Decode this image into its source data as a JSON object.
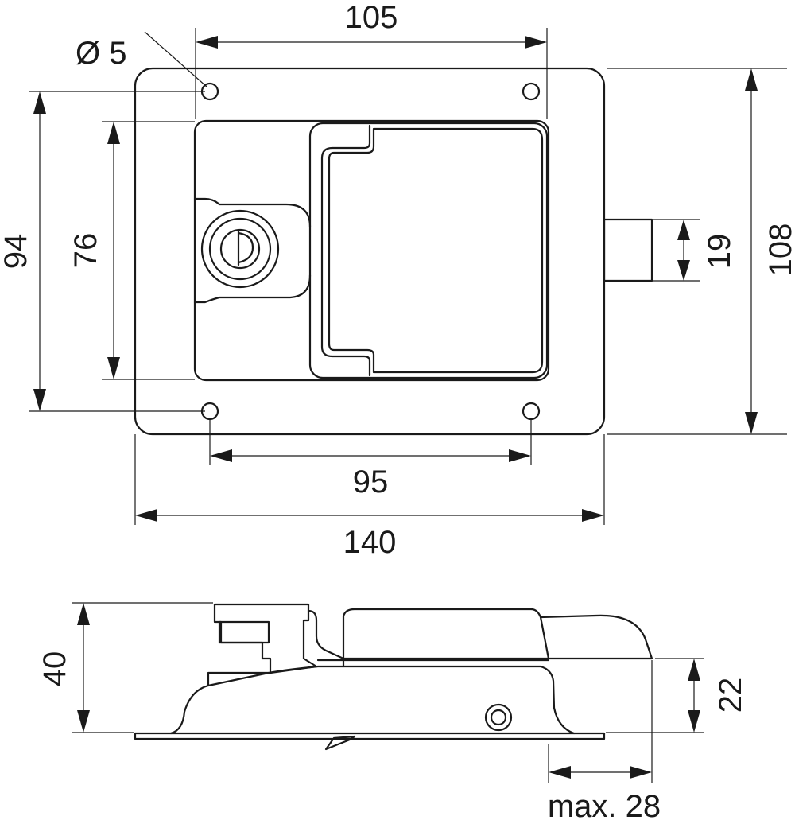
{
  "dimensions": {
    "hole_diameter": "Ø 5",
    "top_hole_spacing": "105",
    "bottom_hole_spacing": "95",
    "overall_width": "140",
    "hole_vertical_spacing": "94",
    "opening_height": "76",
    "overall_height": "108",
    "latch_bolt_height": "19",
    "side_overall_height": "40",
    "side_handle_height": "22",
    "side_max_depth": "max. 28"
  },
  "colors": {
    "line": "#1a1a1a",
    "background": "#ffffff"
  }
}
